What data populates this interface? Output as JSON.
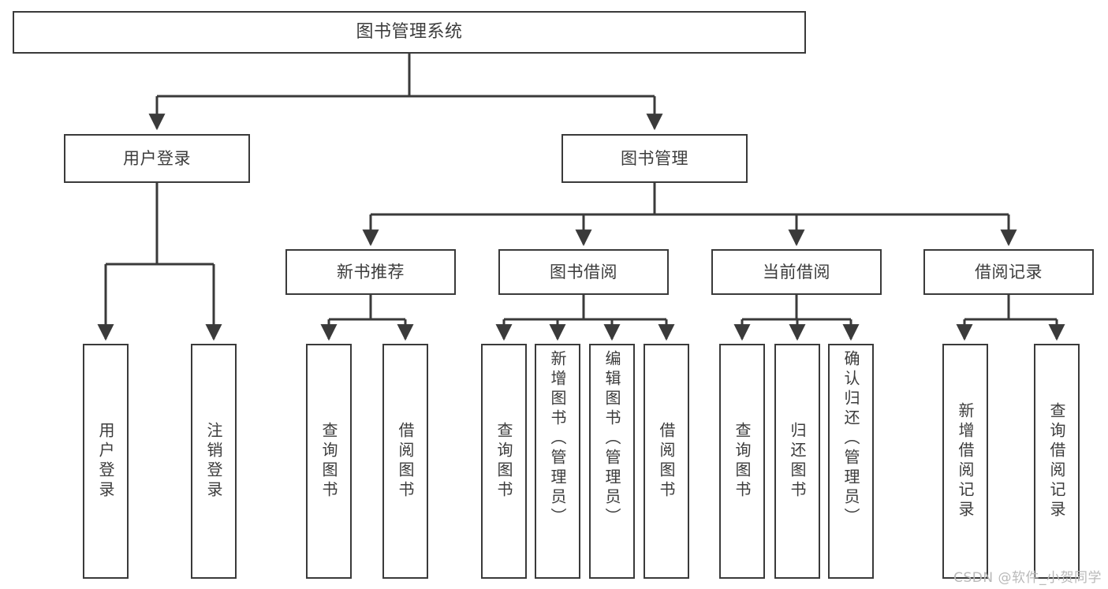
{
  "diagram": {
    "title": "图书管理系统",
    "type": "tree",
    "style": {
      "box_border_color": "#3a3a3a",
      "box_fill_color": "#ffffff",
      "edge_color": "#3a3a3a",
      "text_color": "#3c3c3c",
      "background": "#ffffff"
    },
    "levels": {
      "root": {
        "label": "图书管理系统"
      },
      "level2": [
        {
          "id": "user-login",
          "label": "用户登录"
        },
        {
          "id": "book-manage",
          "label": "图书管理"
        }
      ],
      "level3": [
        {
          "id": "new-book-recommend",
          "label": "新书推荐",
          "parent": "book-manage"
        },
        {
          "id": "book-borrow",
          "label": "图书借阅",
          "parent": "book-manage"
        },
        {
          "id": "current-borrow",
          "label": "当前借阅",
          "parent": "book-manage"
        },
        {
          "id": "borrow-record",
          "label": "借阅记录",
          "parent": "book-manage"
        }
      ],
      "leaves": [
        {
          "id": "leaf-user-login",
          "label": "用户登录",
          "parent": "user-login"
        },
        {
          "id": "leaf-logout-login",
          "label": "注销登录",
          "parent": "user-login"
        },
        {
          "id": "leaf-query-book-1",
          "label": "查询图书",
          "parent": "new-book-recommend"
        },
        {
          "id": "leaf-borrow-book-1",
          "label": "借阅图书",
          "parent": "new-book-recommend"
        },
        {
          "id": "leaf-query-book-2",
          "label": "查询图书",
          "parent": "book-borrow"
        },
        {
          "id": "leaf-add-book",
          "label": "新增图书（管理员）",
          "parent": "book-borrow"
        },
        {
          "id": "leaf-edit-book",
          "label": "编辑图书（管理员）",
          "parent": "book-borrow"
        },
        {
          "id": "leaf-borrow-book-2",
          "label": "借阅图书",
          "parent": "book-borrow"
        },
        {
          "id": "leaf-query-book-3",
          "label": "查询图书",
          "parent": "current-borrow"
        },
        {
          "id": "leaf-return-book",
          "label": "归还图书",
          "parent": "current-borrow"
        },
        {
          "id": "leaf-confirm-return",
          "label": "确认归还（管理员）",
          "parent": "current-borrow"
        },
        {
          "id": "leaf-add-record",
          "label": "新增借阅记录",
          "parent": "borrow-record"
        },
        {
          "id": "leaf-query-record",
          "label": "查询借阅记录",
          "parent": "borrow-record"
        }
      ]
    },
    "watermark": "CSDN @软件_小贺同学"
  }
}
